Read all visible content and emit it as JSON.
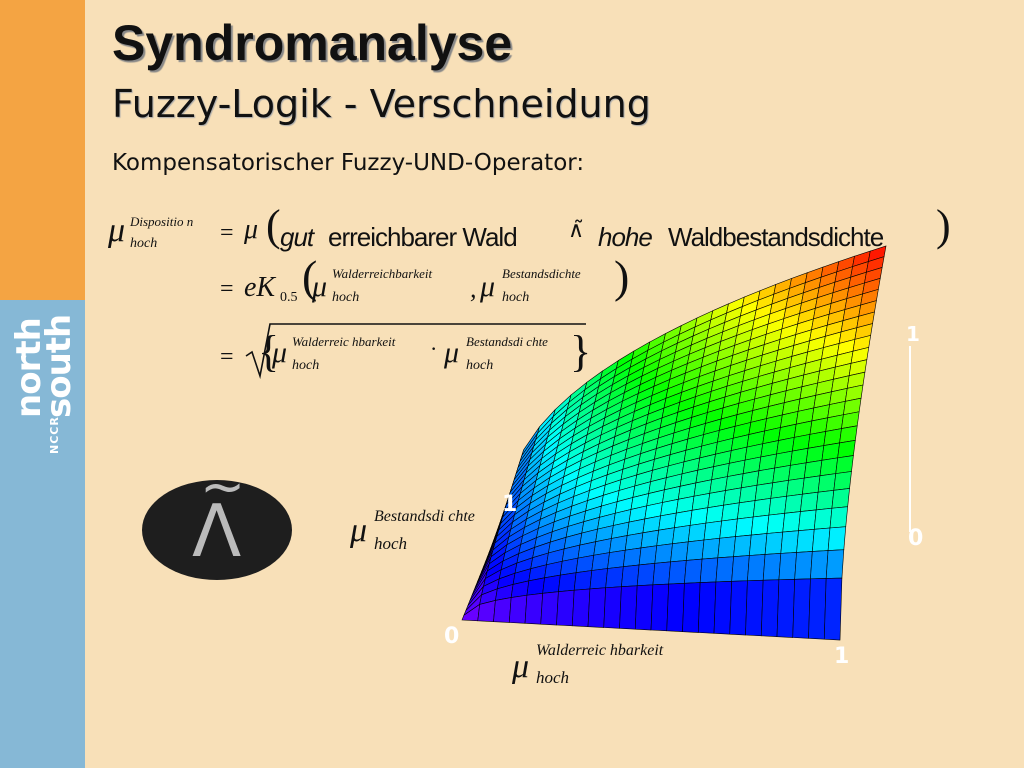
{
  "title": "Syndromanalyse",
  "subtitle": "Fuzzy-Logik - Verschneidung",
  "operator_heading": "Kompensatorischer Fuzzy-UND-Operator:",
  "logo": {
    "line1": "north",
    "line2": "south",
    "prefix": "NCCR"
  },
  "formula": {
    "mu": "μ",
    "sub_hoch": "hoch",
    "sup_disposition": "Dispositio n",
    "eq": "=",
    "mu_plain": "μ",
    "gut": "gut",
    "erreichbarer_wald": "erreichbarer Wald",
    "and_sym": "∧̃",
    "hohe": "hohe",
    "waldbestandsdichte": "Waldbestandsdichte",
    "ek": "eK",
    "k_sub": "0.5",
    "sup_walderreichbarkeit": "Walderreichbarkeit",
    "comma": ",",
    "sup_bestandsdichte": "Bestandsdichte",
    "sup_walderreichbarkeit_2": "Walderreic hbarkeit",
    "dot": "·",
    "sup_bestandsdichte_2": "Bestandsdi chte"
  },
  "operator_symbol": {
    "tilde": "~",
    "lambda": "Λ"
  },
  "plot": {
    "axis_x_sup": "Walderreic hbarkeit",
    "axis_y_sup": "Bestandsdi chte",
    "axis_sub": "hoch",
    "mu": "μ",
    "tick_origin": "0",
    "tick_x_end": "1",
    "tick_y_end": "1",
    "tick_z_top": "1",
    "tick_z_bottom": "0"
  },
  "colors": {
    "background": "#f8e0b8",
    "sidebar_orange": "#f4a443",
    "sidebar_blue": "#86b8d6"
  }
}
